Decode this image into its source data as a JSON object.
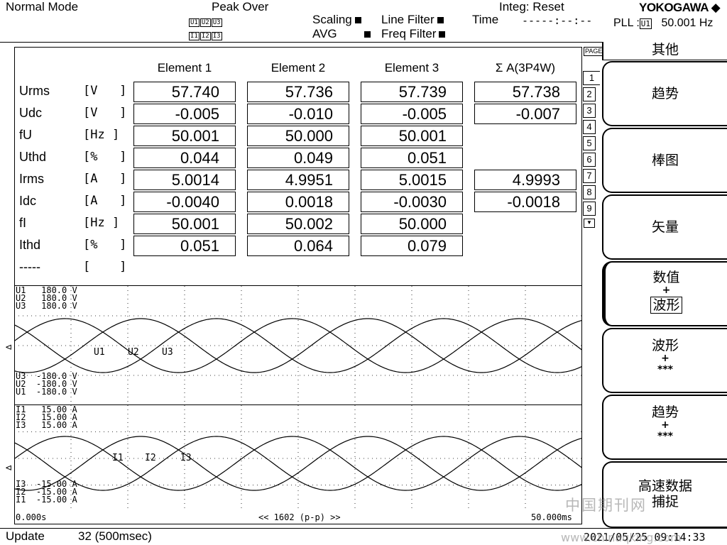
{
  "header": {
    "mode": "Normal Mode",
    "peak_over": "Peak Over",
    "peak_row1": [
      "U1",
      "U2",
      "U3"
    ],
    "peak_row2": [
      "I1",
      "I2",
      "I3"
    ],
    "scaling": "Scaling",
    "avg": "AVG",
    "line_filter": "Line Filter",
    "freq_filter": "Freq Filter",
    "time_label": "Time",
    "integ": "Integ: Reset",
    "integ_time": "-----:--:--",
    "brand": "YOKOGAWA ◆",
    "pll_prefix": "PLL :",
    "pll_src": "U1",
    "pll_value": "50.001  Hz"
  },
  "table": {
    "columns": [
      "Element 1",
      "Element 2",
      "Element 3",
      "Σ A(3P4W)"
    ],
    "rows": [
      {
        "name": "Urms",
        "unit": "[V   ]",
        "values": [
          "57.740",
          "57.736",
          "57.739",
          "57.738"
        ]
      },
      {
        "name": "Udc",
        "unit": "[V   ]",
        "values": [
          "-0.005",
          "-0.010",
          "-0.005",
          "-0.007"
        ]
      },
      {
        "name": "fU",
        "unit": "[Hz ]",
        "values": [
          "50.001",
          "50.000",
          "50.001",
          ""
        ]
      },
      {
        "name": "Uthd",
        "unit": "[%   ]",
        "values": [
          "0.044",
          "0.049",
          "0.051",
          ""
        ]
      },
      {
        "name": "Irms",
        "unit": "[A   ]",
        "values": [
          "5.0014",
          "4.9951",
          "5.0015",
          "4.9993"
        ]
      },
      {
        "name": "Idc",
        "unit": "[A   ]",
        "values": [
          "-0.0040",
          "0.0018",
          "-0.0030",
          "-0.0018"
        ]
      },
      {
        "name": "fI",
        "unit": "[Hz ]",
        "values": [
          "50.001",
          "50.002",
          "50.000",
          ""
        ]
      },
      {
        "name": "Ithd",
        "unit": "[%   ]",
        "values": [
          "0.051",
          "0.064",
          "0.079",
          ""
        ]
      },
      {
        "name": "-----",
        "unit": "[    ]",
        "values": [
          "",
          "",
          "",
          ""
        ]
      }
    ]
  },
  "voltage_wave": {
    "top_labels": "U1   180.0 V\nU2   180.0 V\nU3   180.0 V",
    "bottom_labels": "U3  -180.0 V\nU2  -180.0 V\nU1  -180.0 V",
    "names": [
      "U1",
      "U2",
      "U3"
    ]
  },
  "current_wave": {
    "top_labels": "I1   15.00 A\nI2   15.00 A\nI3   15.00 A",
    "bottom_labels": "I3  -15.00 A\nI2  -15.00 A\nI1  -15.00 A",
    "names": [
      "I1",
      "I2",
      "I3"
    ]
  },
  "time_axis": {
    "start": "0.000s",
    "center": "<< 1602 (p-p) >>",
    "end": "50.000ms"
  },
  "page_tabs": {
    "label": "PAGE",
    "pages": [
      "1",
      "2",
      "3",
      "4",
      "5",
      "6",
      "7",
      "8",
      "9"
    ]
  },
  "softkeys": {
    "title": "其他",
    "trend": "趋势",
    "bar": "棒图",
    "vector": "矢量",
    "numwave_top": "数值",
    "numwave_plus": "+",
    "numwave_bottom": "波形",
    "wave_top": "波形",
    "wave_plus": "+",
    "wave_bottom": "***",
    "trend2_top": "趋势",
    "trend2_plus": "+",
    "trend2_bottom": "***",
    "hs_data": "高速数据",
    "hs_capture": "捕捉"
  },
  "footer": {
    "update_label": "Update",
    "update_value": "32 (500msec)",
    "datetime": "2021/05/25  09:14:33"
  },
  "watermark": {
    "text1": "中国期刊网",
    "text2": "www.chinaqking.com"
  }
}
